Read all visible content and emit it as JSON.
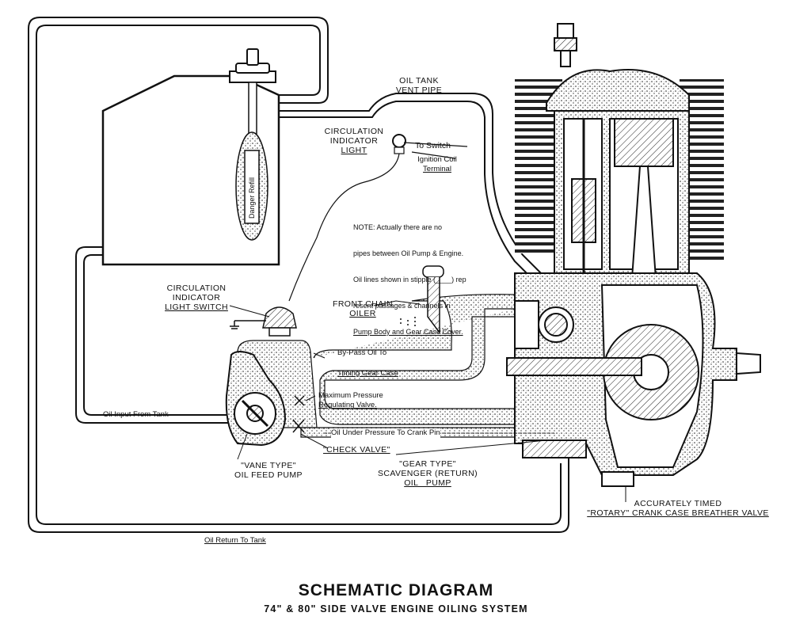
{
  "diagram": {
    "labels": {
      "oil_tank_vent_pipe": [
        "OIL TANK",
        "VENT PIPE"
      ],
      "circulation_indicator_light": [
        "CIRCULATION",
        "INDICATOR",
        "LIGHT"
      ],
      "to_switch": "To Switch",
      "ignition_coil_terminal": [
        "Ignition Coil",
        "Terminal"
      ],
      "danger_refill": "Danger Refill",
      "note": [
        "NOTE: Actually there are no",
        "pipes between Oil Pump & Engine.",
        "Oil lines shown in stipple (____) rep",
        "resent passages & channels in",
        "Pump Body and Gear Case Cover."
      ],
      "circulation_indicator_light_switch": [
        "CIRCULATION",
        "INDICATOR",
        "LIGHT SWITCH"
      ],
      "front_chain_oiler": [
        "FRONT CHAIN",
        "OILER"
      ],
      "by_pass_oil_to": "By-Pass Oil To",
      "timing_gear_case": "Timing Gear Case",
      "maximum_pressure_regulating_valve": [
        "Maximum Pressure",
        "Regulating Valve."
      ],
      "oil_input_from_tank": "Oil Input From Tank",
      "oil_under_pressure_to_crank_pin": "Oil Under Pressure To Crank Pin",
      "check_valve": "\"CHECK VALVE\"",
      "vane_type_oil_feed_pump": [
        "\"VANE TYPE\"",
        "OIL FEED PUMP"
      ],
      "gear_type_scavenger": [
        "\"GEAR TYPE\"",
        "SCAVENGER (RETURN)",
        "OIL   PUMP"
      ],
      "rotary_breather_valve": [
        "ACCURATELY TIMED",
        "\"ROTARY\" CRANK CASE BREATHER VALVE"
      ],
      "oil_return_to_tank": "Oil Return To Tank"
    },
    "title": "SCHEMATIC DIAGRAM",
    "subtitle": "74\" & 80\" SIDE VALVE  ENGINE OILING SYSTEM"
  }
}
